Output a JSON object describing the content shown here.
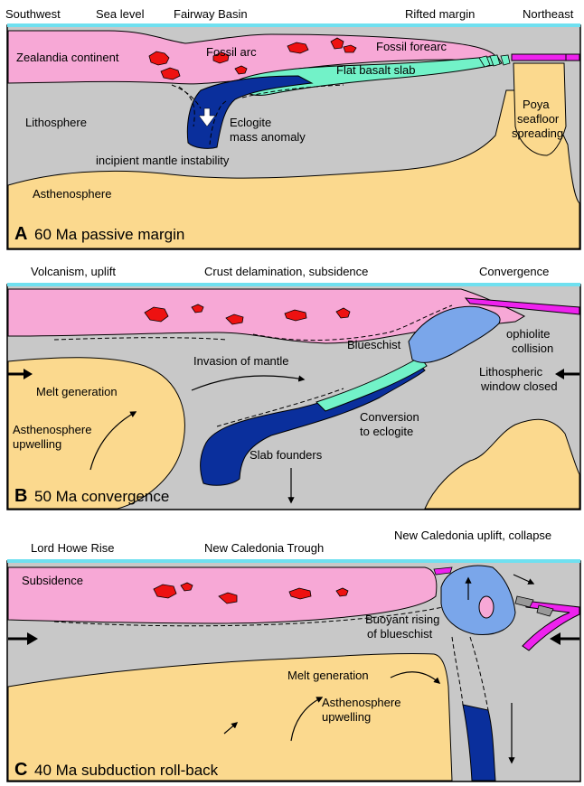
{
  "colors": {
    "sea": "#6fe0f0",
    "continent": "#f7a8d6",
    "mantle": "#c8c8c8",
    "asthenosphere": "#fbd98e",
    "slab": "#0a2f9c",
    "basalt": "#72f2c8",
    "blueschist": "#7aa6ea",
    "arc_bodies": "#ee1111",
    "ophiolite": "#ee22ee"
  },
  "panel_a": {
    "top_labels": [
      "Southwest",
      "Sea level",
      "Fairway Basin",
      "Rifted margin",
      "Northeast"
    ],
    "zealandia": "Zealandia continent",
    "fossil_arc": "Fossil arc",
    "fossil_forearc": "Fossil forearc",
    "flat_slab": "Flat basalt slab",
    "lithosphere": "Lithosphere",
    "eclogite_1": "Eclogite",
    "eclogite_2": "mass anomaly",
    "instability": "incipient mantle instability",
    "asthenosphere": "Asthenosphere",
    "poya_1": "Poya",
    "poya_2": "seafloor",
    "poya_3": "spreading",
    "caption_letter": "A",
    "caption_text": "60 Ma passive margin"
  },
  "panel_b": {
    "top_labels": [
      "Volcanism, uplift",
      "Crust delamination, subsidence",
      "Convergence"
    ],
    "blueschist": "Blueschist",
    "ophiolite_1": "ophiolite",
    "ophiolite_2": "collision",
    "invasion": "Invasion of mantle",
    "window_1": "Lithospheric",
    "window_2": "window closed",
    "melt": "Melt generation",
    "asth_1": "Asthenosphere",
    "asth_2": "upwelling",
    "conversion_1": "Conversion",
    "conversion_2": "to eclogite",
    "founders": "Slab founders",
    "caption_letter": "B",
    "caption_text": "50 Ma convergence"
  },
  "panel_c": {
    "top_labels": [
      "Lord Howe Rise",
      "New Caledonia Trough",
      "New Caledonia uplift, collapse"
    ],
    "subsidence": "Subsidence",
    "buoyant_1": "Buoyant rising",
    "buoyant_2": "of blueschist",
    "melt": "Melt generation",
    "asth_1": "Asthenosphere",
    "asth_2": "upwelling",
    "caption_letter": "C",
    "caption_text": "40 Ma subduction roll-back"
  }
}
